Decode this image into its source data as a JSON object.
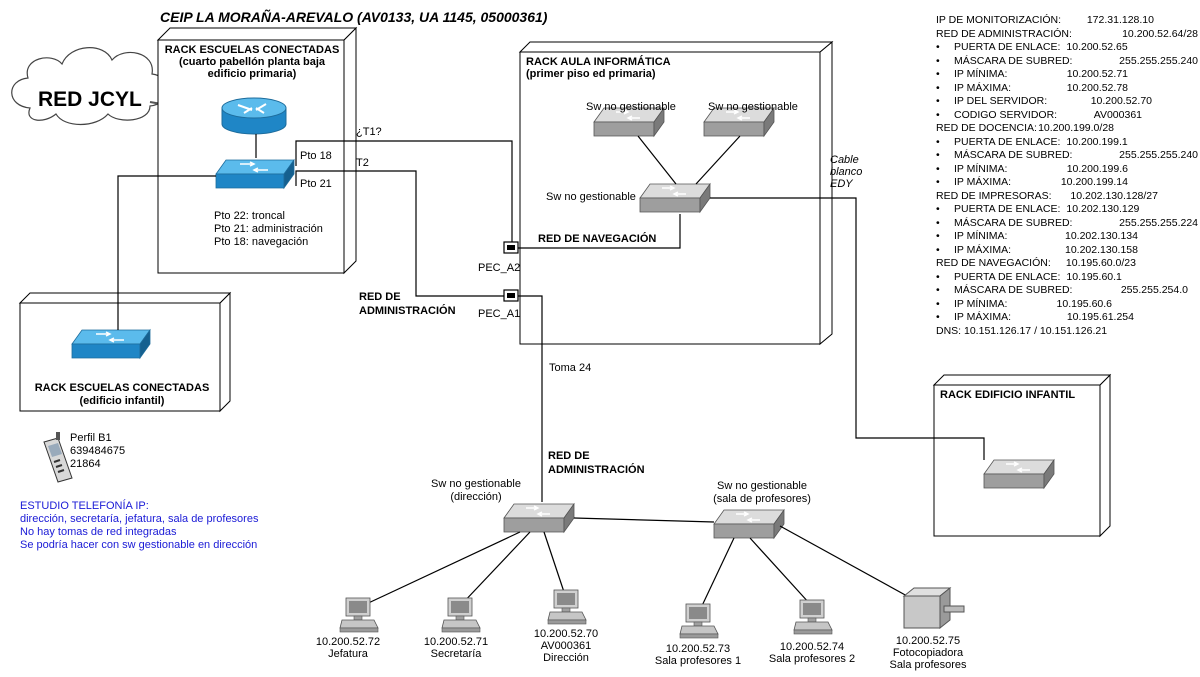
{
  "title": "CEIP LA MORAÑA-AREVALO (AV0133, UA 1145, 05000361)",
  "cloud_label": "RED JCYL",
  "rack_escuelas_primaria": {
    "title_line1": "RACK ESCUELAS CONECTADAS",
    "title_line2": "(cuarto pabellón planta baja",
    "title_line3": "edificio primaria)",
    "port18": "Pto 18",
    "port21": "Pto 21",
    "legend1": "Pto 22: troncal",
    "legend2": "Pto 21: administración",
    "legend3": "Pto 18: navegación"
  },
  "rack_aula": {
    "title_line1": "RACK AULA  INFORMÁTICA",
    "title_line2": "(primer piso ed primaria)",
    "sw_left": "Sw no gestionable",
    "sw_right": "Sw no gestionable",
    "sw_main": "Sw no gestionable",
    "red_navegacion": "RED DE NAVEGACIÓN"
  },
  "links": {
    "t1": "¿T1?",
    "t2": "T2",
    "pec_a2": "PEC_A2",
    "pec_a1": "PEC_A1",
    "red_admin_line1": "RED DE",
    "red_admin_line2": "ADMINISTRACIÓN",
    "toma24": "Toma 24",
    "cable1": "Cable",
    "cable2": "blanco",
    "cable3": "EDY",
    "red_admin2_line1": "RED DE",
    "red_admin2_line2": "ADMINISTRACIÓN"
  },
  "rack_infantil_escuelas": {
    "line1": "RACK ESCUELAS CONECTADAS",
    "line2": "(edificio infantil)"
  },
  "rack_edificio_infantil": "RACK EDIFICIO INFANTIL",
  "phone": {
    "line1": "Perfil B1",
    "line2": "639484675",
    "line3": "21864"
  },
  "telefonia": {
    "line1": "ESTUDIO TELEFONÍA IP:",
    "line2": "dirección, secretaría, jefatura, sala de profesores",
    "line3": "No hay tomas de red integradas",
    "line4": "Se podría hacer con sw gestionable en dirección"
  },
  "sw_direccion": {
    "line1": "Sw no gestionable",
    "line2": "(dirección)"
  },
  "sw_profesores": {
    "line1": "Sw no gestionable",
    "line2": "(sala de profesores)"
  },
  "pcs": [
    {
      "ip": "10.200.52.72",
      "name": "Jefatura",
      "extra": ""
    },
    {
      "ip": "10.200.52.71",
      "name": "Secretaría",
      "extra": ""
    },
    {
      "ip": "10.200.52.70",
      "name": "AV000361",
      "extra": "Dirección"
    },
    {
      "ip": "10.200.52.73",
      "name": "Sala profesores 1",
      "extra": ""
    },
    {
      "ip": "10.200.52.74",
      "name": "Sala profesores 2",
      "extra": ""
    }
  ],
  "printer": {
    "ip": "10.200.52.75",
    "name": "Fotocopiadora",
    "extra": "Sala profesores"
  },
  "info": {
    "monitor_k": "IP DE MONITORIZACIÓN:",
    "monitor_v": "172.31.128.10",
    "admin_k": "RED DE ADMINISTRACIÓN:",
    "admin_v": "10.200.52.64/28",
    "admin_items": [
      {
        "k": "PUERTA DE ENLACE:",
        "v": "10.200.52.65"
      },
      {
        "k": "MÁSCARA DE SUBRED:",
        "v": "255.255.255.240"
      },
      {
        "k": "IP MÍNIMA:",
        "v": "10.200.52.71"
      },
      {
        "k": "IP MÁXIMA:",
        "v": "10.200.52.78"
      },
      {
        "k": "IP DEL SERVIDOR:",
        "v": "10.200.52.70"
      },
      {
        "k": "CODIGO SERVIDOR:",
        "v": "AV000361"
      }
    ],
    "docencia_k": "RED DE DOCENCIA:",
    "docencia_v": "10.200.199.0/28",
    "docencia_items": [
      {
        "k": "PUERTA DE ENLACE:",
        "v": "10.200.199.1"
      },
      {
        "k": "MÁSCARA DE SUBRED:",
        "v": "255.255.255.240"
      },
      {
        "k": "IP MÍNIMA:",
        "v": "10.200.199.6"
      },
      {
        "k": "IP MÁXIMA:",
        "v": "10.200.199.14"
      }
    ],
    "impresoras_k": "RED DE IMPRESORAS:",
    "impresoras_v": "10.202.130.128/27",
    "impresoras_items": [
      {
        "k": "PUERTA DE ENLACE:",
        "v": "10.202.130.129"
      },
      {
        "k": "MÁSCARA DE SUBRED:",
        "v": "255.255.255.224"
      },
      {
        "k": "IP MÍNIMA:",
        "v": "10.202.130.134"
      },
      {
        "k": "IP MÁXIMA:",
        "v": "10.202.130.158"
      }
    ],
    "navegacion_k": "RED DE NAVEGACIÓN:",
    "navegacion_v": "10.195.60.0/23",
    "navegacion_items": [
      {
        "k": "PUERTA DE ENLACE:",
        "v": "10.195.60.1"
      },
      {
        "k": "MÁSCARA DE SUBRED:",
        "v": "255.255.254.0"
      },
      {
        "k": "IP MÍNIMA:",
        "v": "10.195.60.6"
      },
      {
        "k": "IP MÁXIMA:",
        "v": "10.195.61.254"
      }
    ],
    "dns": "DNS: 10.151.126.17 / 10.151.126.21"
  }
}
